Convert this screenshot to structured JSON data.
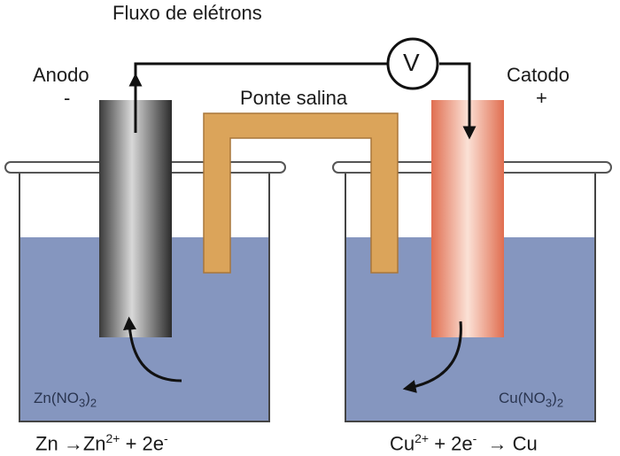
{
  "title": "Fluxo de elétrons",
  "anode": {
    "name": "Anodo",
    "sign": "-"
  },
  "cathode": {
    "name": "Catodo",
    "sign": "+"
  },
  "voltmeter": {
    "symbol": "V"
  },
  "salt_bridge": {
    "label": "Ponte salina"
  },
  "left_solution": {
    "base": "Zn(NO",
    "sub1": "3",
    "mid": ")",
    "sub2": "2"
  },
  "right_solution": {
    "base": "Cu(NO",
    "sub1": "3",
    "mid": ")",
    "sub2": "2"
  },
  "left_equation": {
    "lhs": "Zn",
    "arrow": "→",
    "ion": "Zn",
    "charge": "2+",
    "rest": " + 2e",
    "electron": "-"
  },
  "right_equation": {
    "ion": "Cu",
    "charge": "2+",
    "mid": " + 2e",
    "electron": "-",
    "arrow": "→",
    "rhs": "Cu"
  },
  "colors": {
    "solution": "#8596bf",
    "salt_bridge": "#dba45a",
    "zinc_electrode": "#555555",
    "copper_electrode": "#e58a70",
    "wire": "#111111"
  }
}
